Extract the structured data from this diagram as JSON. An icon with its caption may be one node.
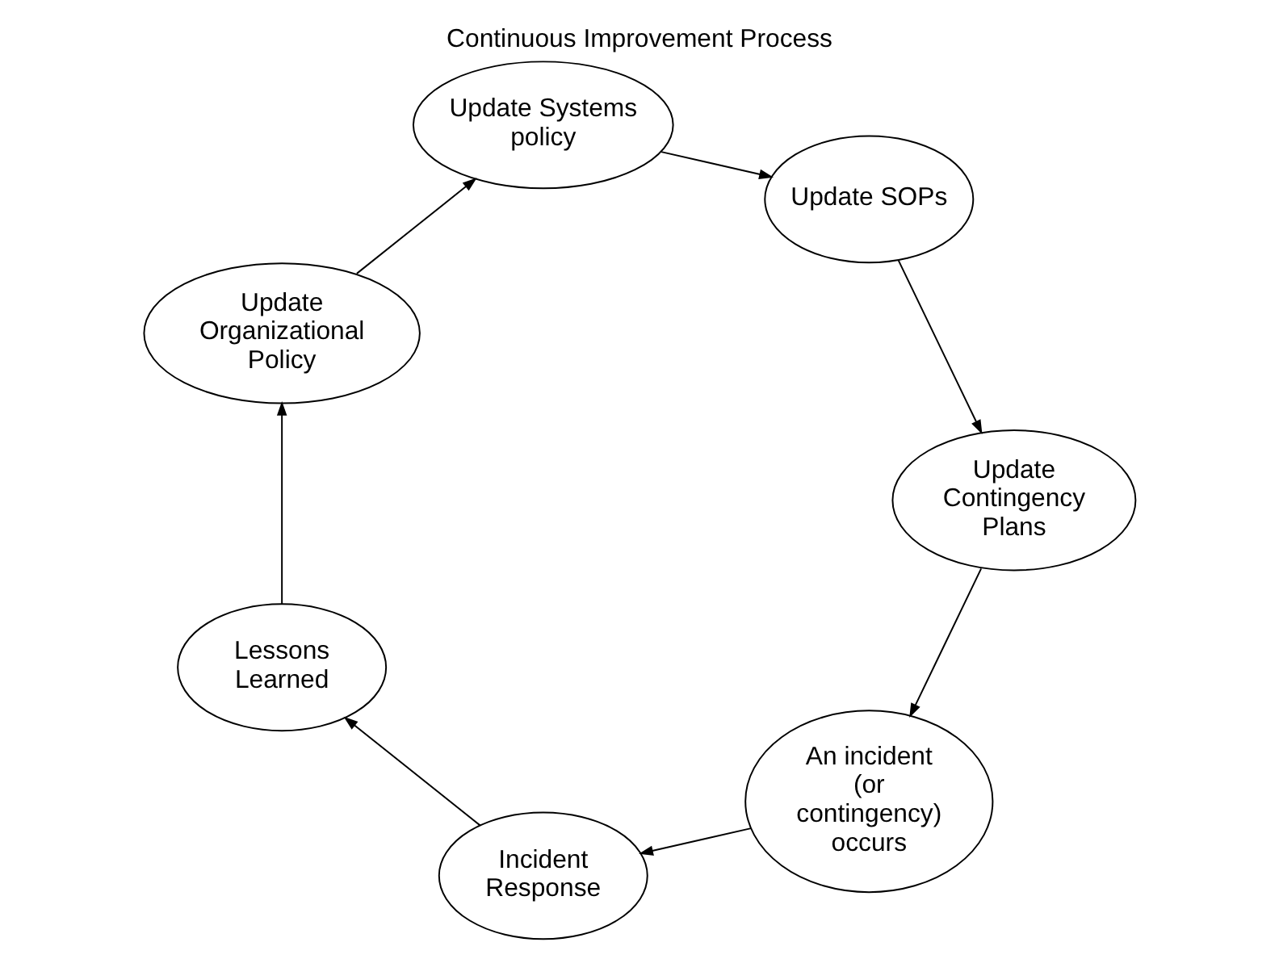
{
  "diagram": {
    "title": "Continuous Improvement Process",
    "nodes": [
      {
        "text": [
          "An incident (or contingency) occurs"
        ]
      },
      {
        "text": [
          "Incident Response"
        ]
      },
      {
        "text": [
          "Lessons Learned"
        ]
      },
      {
        "text": [
          "Update Organizational Policy"
        ]
      },
      {
        "text": [
          "Update Systems policy"
        ]
      },
      {
        "text": [
          "Update SOPs"
        ]
      },
      {
        "text": [
          "Update Contingency Plans"
        ]
      }
    ],
    "edges": [
      {
        "from": 0,
        "to": 1,
        "arrow": "to"
      },
      {
        "from": 1,
        "to": 2,
        "arrow": "to"
      },
      {
        "from": 2,
        "to": 3,
        "arrow": "to"
      },
      {
        "from": 3,
        "to": 4,
        "arrow": "to"
      },
      {
        "from": 4,
        "to": 5,
        "arrow": "to"
      },
      {
        "from": 5,
        "to": 6,
        "arrow": "to"
      },
      {
        "from": 6,
        "to": 0,
        "arrow": "to"
      }
    ]
  }
}
